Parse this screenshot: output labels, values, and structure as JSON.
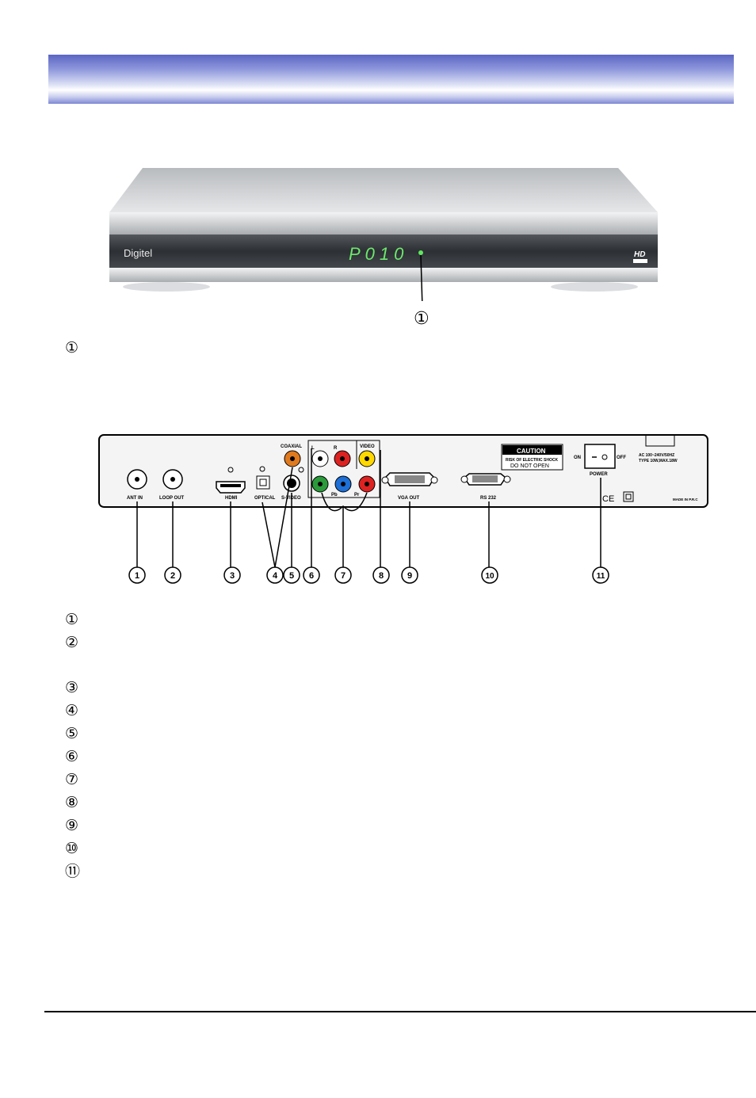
{
  "front": {
    "brand": "Digitel",
    "display": "P010",
    "hd_badge": "HD",
    "callout": "①"
  },
  "front_items": [
    "①"
  ],
  "rear": {
    "port_labels": {
      "ant_in": "ANT IN",
      "loop_out": "LOOP OUT",
      "hdmi": "HDMI",
      "optical": "OPTICAL",
      "coaxial": "COAXIAL",
      "svideo": "S-VIDEO",
      "l": "L",
      "r": "R",
      "video": "VIDEO",
      "pb": "Pb",
      "pr": "Pr",
      "vga": "VGA OUT",
      "rs232": "RS 232",
      "on": "ON",
      "off": "OFF",
      "power": "POWER",
      "caution": "CAUTION",
      "shock": "RISK OF ELECTRIC SHOCK",
      "donotopen": "DO NOT OPEN",
      "ac1": "AC 100~240V/50HZ",
      "ac2": "TYPE 10W,MAX.18W",
      "made": "MADE IN P.R.C",
      "ce": "CE"
    },
    "callouts": [
      "1",
      "2",
      "3",
      "4",
      "5",
      "6",
      "7",
      "8",
      "9",
      "10",
      "11"
    ]
  },
  "rear_items": [
    "①",
    "②",
    "③",
    "④",
    "⑤",
    "⑥",
    "⑦",
    "⑧",
    "⑨",
    "⑩",
    "⑪"
  ]
}
